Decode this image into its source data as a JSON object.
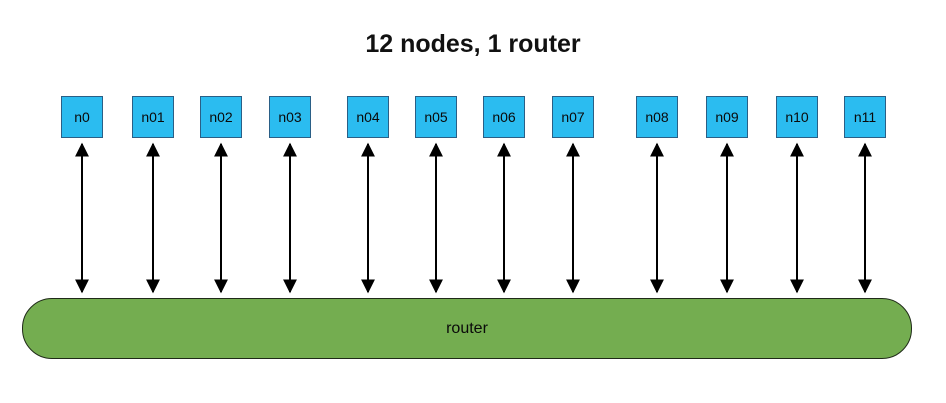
{
  "title": "12 nodes, 1 router",
  "router": {
    "label": "router",
    "color": "#74ad50"
  },
  "nodes": [
    {
      "label": "n0"
    },
    {
      "label": "n01"
    },
    {
      "label": "n02"
    },
    {
      "label": "n03"
    },
    {
      "label": "n04"
    },
    {
      "label": "n05"
    },
    {
      "label": "n06"
    },
    {
      "label": "n07"
    },
    {
      "label": "n08"
    },
    {
      "label": "n09"
    },
    {
      "label": "n10"
    },
    {
      "label": "n11"
    }
  ],
  "node_color": "#2bbcf0",
  "link_style": "bidirectional-arrow"
}
